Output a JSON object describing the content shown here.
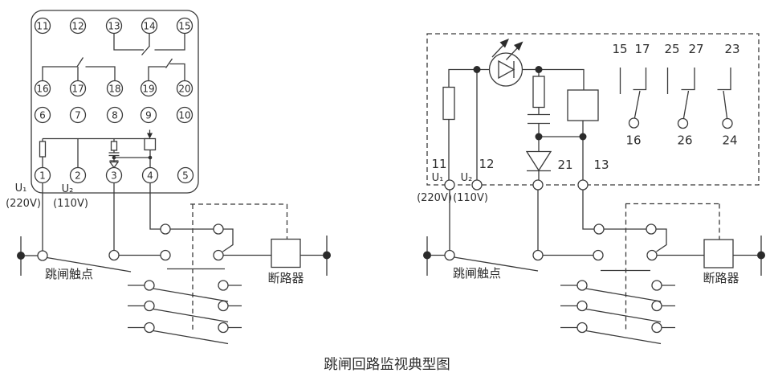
{
  "caption": "跳闸回路监视典型图",
  "colors": {
    "line": "#3a3a3a",
    "text": "#2e2e2e",
    "background": "#ffffff"
  },
  "left_diagram": {
    "socket_terminals": {
      "row1": [
        "11",
        "12",
        "13",
        "14",
        "15"
      ],
      "row2": [
        "16",
        "17",
        "18",
        "19",
        "20"
      ],
      "row3": [
        "6",
        "7",
        "8",
        "9",
        "10"
      ],
      "row4": [
        "1",
        "2",
        "3",
        "4",
        "5"
      ]
    },
    "u1_label": "U₁",
    "u1_voltage": "(220V)",
    "u2_label": "U₂",
    "u2_voltage": "(110V)",
    "trip_contact_label": "跳闸触点",
    "breaker_label": "断路器"
  },
  "right_diagram": {
    "terminal_labels": {
      "t11": "11",
      "t12": "12",
      "t21": "21",
      "t13": "13"
    },
    "u1_label": "U₁",
    "u1_voltage": "(220V)",
    "u2_label": "U₂",
    "u2_voltage": "(110V)",
    "contacts_top": [
      "15",
      "17",
      "25",
      "27",
      "23"
    ],
    "contacts_bottom": [
      "16",
      "26",
      "24"
    ],
    "trip_contact_label": "跳闸触点",
    "breaker_label": "断路器"
  }
}
